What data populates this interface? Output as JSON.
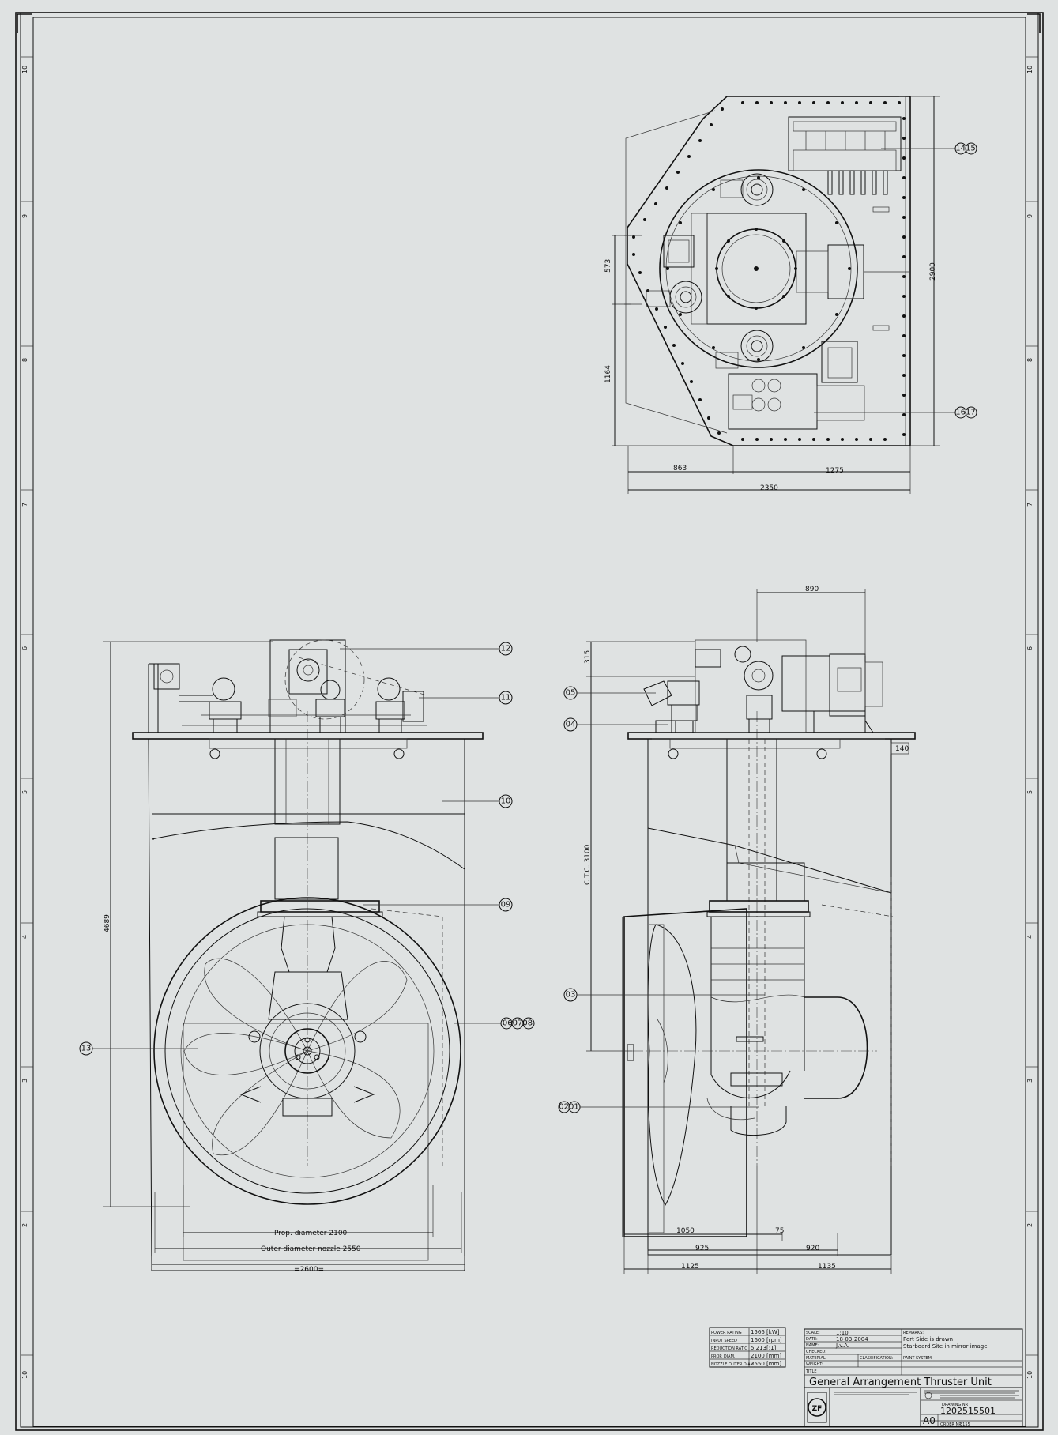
{
  "border": {
    "left_zones": [
      "10",
      "9",
      "8",
      "7",
      "6",
      "5",
      "4",
      "3",
      "2",
      "10"
    ],
    "right_zones": [
      "10",
      "9",
      "8",
      "7",
      "6",
      "5",
      "4",
      "3",
      "2",
      "10"
    ]
  },
  "top_view": {
    "dims": {
      "d573": "573",
      "d1164": "1164",
      "d2900": "2900",
      "d863": "863",
      "d1275": "1275",
      "d2350": "2350"
    },
    "balloons": {
      "b1415": "1415",
      "b1617": "1617"
    }
  },
  "front_view": {
    "dims": {
      "d4689": "4689",
      "prop": "Prop. diameter 2100",
      "nozzle": "Outer diameter nozzle 2550",
      "overall": "=2600="
    },
    "balloons": {
      "b12": "12",
      "b11": "11",
      "b10": "10",
      "b09": "09",
      "b13": "13",
      "b060708": "060708"
    }
  },
  "side_view": {
    "dims": {
      "d890": "890",
      "d315": "315",
      "d140": "140",
      "ctc": "C.T.C. 3100",
      "d1050": "1050",
      "d75": "75",
      "d925": "925",
      "d920": "920",
      "d1125": "1125",
      "d1135": "1135"
    },
    "balloons": {
      "b05": "05",
      "b04": "04",
      "b03": "03",
      "b0201": "0201"
    }
  },
  "specs": [
    {
      "label": "POWER RATING",
      "value": "1566 [kW]"
    },
    {
      "label": "INPUT SPEED",
      "value": "1600 [rpm]"
    },
    {
      "label": "REDUCTION RATIO",
      "value": "5.213[:1]"
    },
    {
      "label": "PROP. DIAM.",
      "value": "2100 [mm]"
    },
    {
      "label": "NOZZLE OUTER DIAM.",
      "value": "2550 [mm]"
    }
  ],
  "title_block": {
    "scale_label": "SCALE:",
    "scale": "1:10",
    "date_label": "DATE:",
    "date": "18-03-2004",
    "name_label": "NAME:",
    "name": "J.v.A.",
    "checked_label": "CHECKED:",
    "material_label": "MATERIAL:",
    "classification_label": "CLASSIFICATION:",
    "paint_label": "PAINT SYSTEM:",
    "weight_label": "WEIGHT:",
    "remarks_label": "REMARKS:",
    "remarks_1": "Port Side is drawn",
    "remarks_2": "Starboard Site in mirror image",
    "title_label": "TITLE",
    "title": "General Arrangement Thruster Unit",
    "logo": "ZF",
    "sheet_size": "A0",
    "drawing_label": "DRAWING NR",
    "drawing_no": "1202515501",
    "order_label": "ORDER NR",
    "order_no": "3155"
  }
}
